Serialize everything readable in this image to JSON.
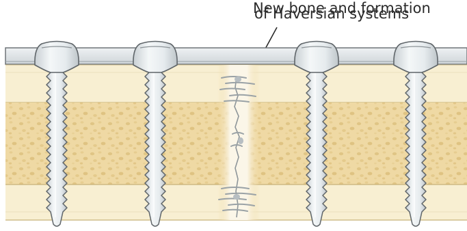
{
  "annotation": {
    "line1": "New bone and formation",
    "line2": "of Haversian systems"
  },
  "colors": {
    "plate": "#e2e7ea",
    "plate_outline": "#6f7478",
    "cortex": "#f8efd2",
    "cortex_border": "#d9c89a",
    "cancellous": "#efd9a4",
    "cancellous_pores": "#e3c98c",
    "screw": "#e6ebee",
    "screw_outline": "#5f6569",
    "new_bone": "#9aa2a6"
  },
  "icons": {
    "plate": "bone-plate",
    "screws": "cortical-screw",
    "fracture": "fracture-gap-with-new-bone"
  },
  "screw_count": 4
}
